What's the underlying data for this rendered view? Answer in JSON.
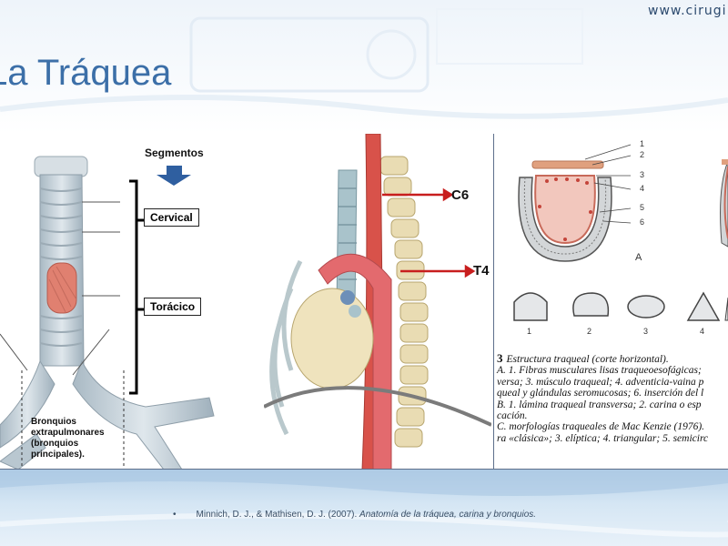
{
  "header": {
    "site_url": "www.cirugi",
    "title": "La Tráquea"
  },
  "left_figure": {
    "segments_title": "Segmentos",
    "cervical_label": "Cervical",
    "toracico_label": "Torácico",
    "bronchi_label": [
      "Bronquios",
      "extrapulmonares",
      "(bronquios",
      "principales)."
    ]
  },
  "middle_figure": {
    "c6_label": "C6",
    "t4_label": "T4"
  },
  "right_figure": {
    "section_numbers": [
      "1",
      "2",
      "3",
      "4",
      "5",
      "6"
    ],
    "section_a_label": "A",
    "shape_numbers": [
      "1",
      "2",
      "3",
      "4"
    ],
    "caption": {
      "figure_number": "3",
      "title": "Estructura traqueal (corte horizontal).",
      "lines": [
        "A. 1. Fibras musculares lisas traqueoesofágicas;",
        "versa; 3. músculo traqueal; 4. adventicia-vaina p",
        "queal y glándulas seromucosas; 6. inserción del l",
        "B. 1. lámina traqueal transversa; 2.  carina o esp",
        "cación.",
        "C. morfologías traqueales de Mac Kenzie (1976).",
        "ra «clásica»; 3. elíptica; 4. triangular; 5. semicirc"
      ]
    }
  },
  "footer": {
    "bullet": "•",
    "reference_authors": "Minnich, D. J., & Mathisen, D. J. (2007). ",
    "reference_title": "Anatomía de la tráquea, carina y bronquios."
  }
}
